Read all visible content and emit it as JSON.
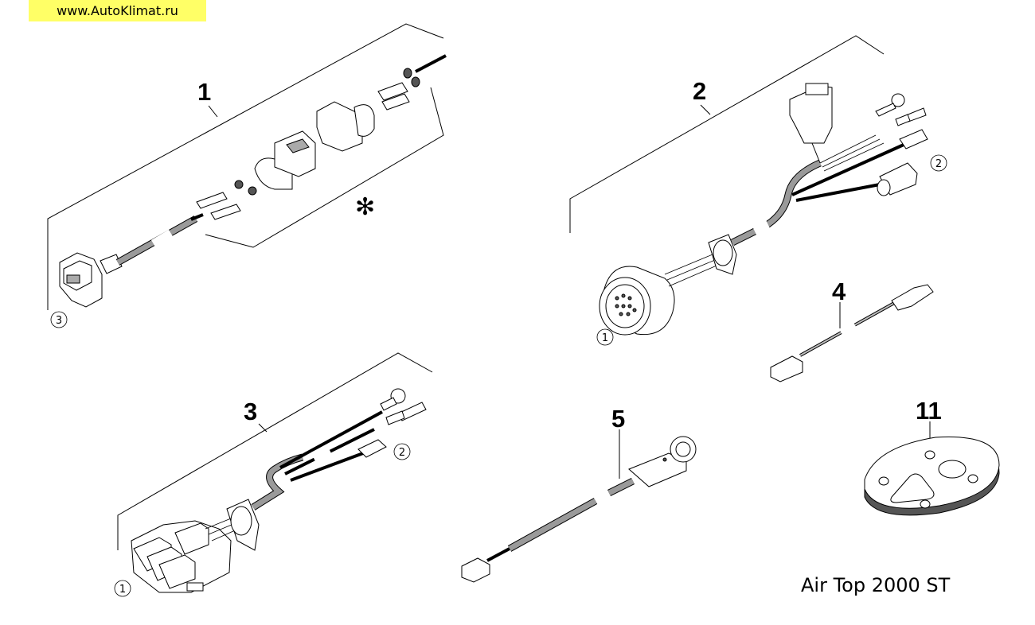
{
  "watermark": "www.AutoKlimat.ru",
  "model_label": "Air Top 2000 ST",
  "parts": {
    "p1": {
      "number": "1",
      "variants_marker": "3",
      "note_symbol": "✻"
    },
    "p2": {
      "number": "2",
      "marker_a": "1",
      "marker_b": "2"
    },
    "p3": {
      "number": "3",
      "marker_a": "1",
      "marker_b": "2"
    },
    "p4": {
      "number": "4"
    },
    "p5": {
      "number": "5"
    },
    "p11": {
      "number": "11"
    }
  }
}
